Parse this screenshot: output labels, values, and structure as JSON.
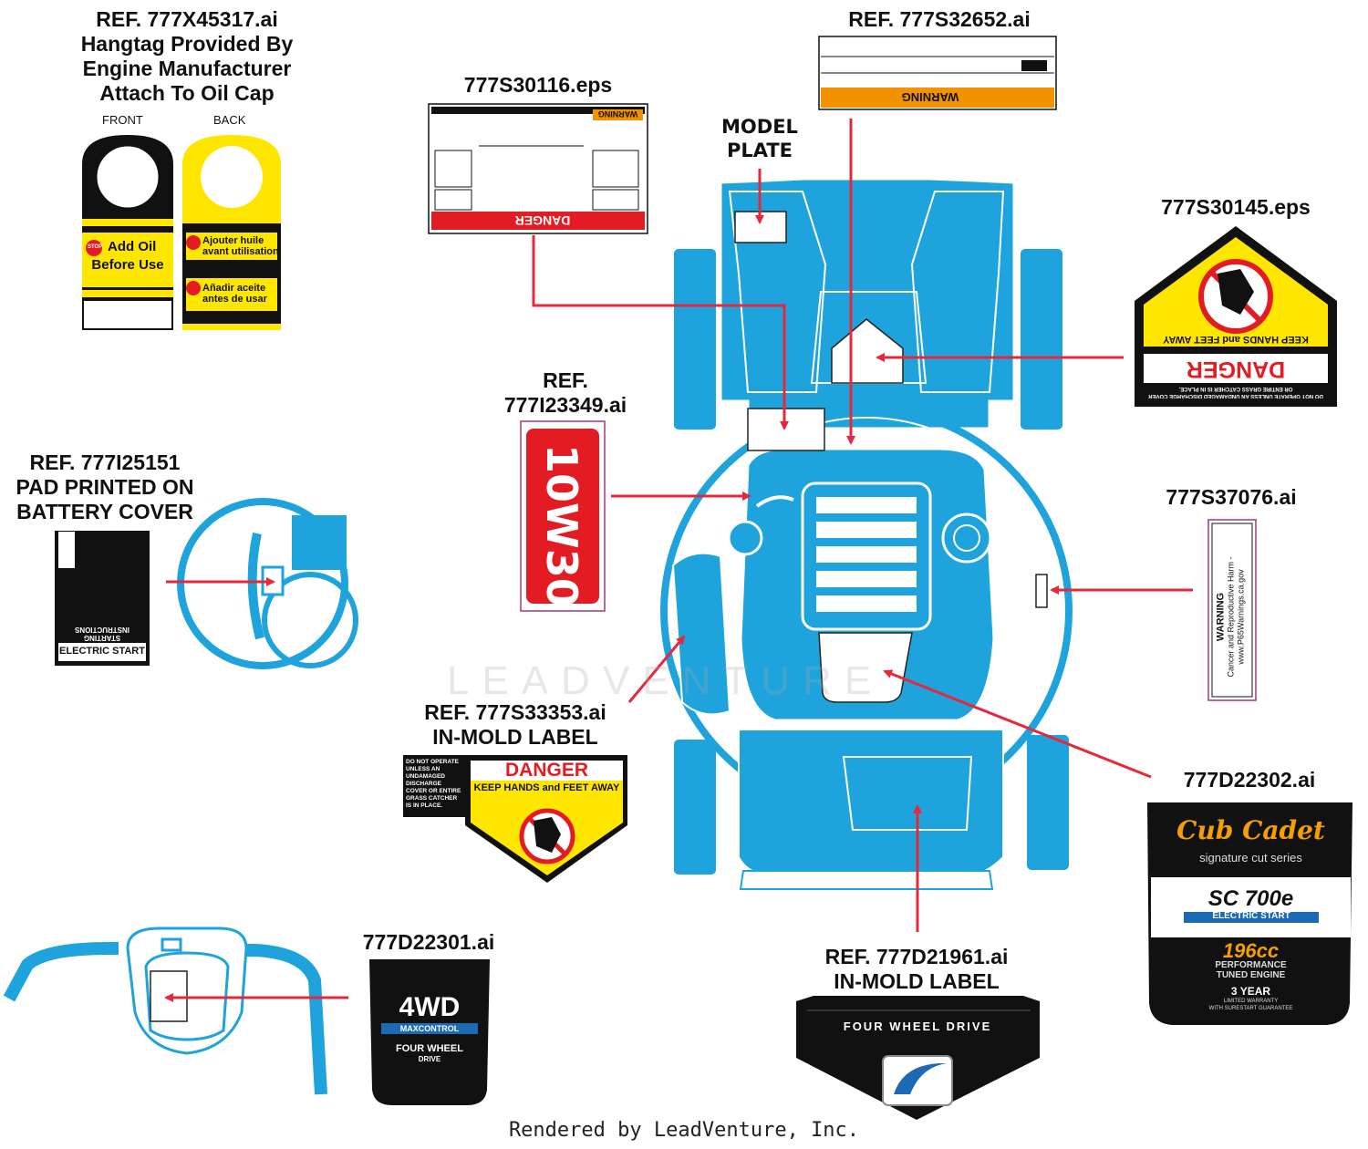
{
  "labels": {
    "hangtag": {
      "line1": "REF. 777X45317.ai",
      "line2": "Hangtag Provided By",
      "line3": "Engine Manufacturer",
      "line4": "Attach To Oil Cap",
      "front": "FRONT",
      "back": "BACK",
      "front_text1": "Add Oil",
      "front_text2": "Before Use",
      "back_text1": "Ajouter huile",
      "back_text2": "avant utilisation",
      "back_text3": "Añadir aceite",
      "back_text4": "antes de usar",
      "stop": "STOP"
    },
    "ref_777s30116": {
      "title": "777S30116.eps",
      "danger": "DANGER",
      "warning": "WARNING"
    },
    "model_plate": {
      "line1": "MODEL",
      "line2": "PLATE"
    },
    "ref_777s32652": {
      "title": "REF. 777S32652.ai",
      "warning": "WARNING"
    },
    "ref_777s30145": {
      "title": "777S30145.eps",
      "danger": "DANGER",
      "keep": "KEEP HANDS and FEET AWAY",
      "small": "DO NOT OPERATE UNLESS AN UNDAMAGED DISCHARGE COVER OR ENTIRE GRASS CATCHER IS IN PLACE."
    },
    "ref_777i23349": {
      "line1": "REF.",
      "line2": "777I23349.ai",
      "oil": "10W30"
    },
    "ref_777i25151": {
      "line1": "REF. 777I25151",
      "line2": "PAD PRINTED ON",
      "line3": "BATTERY COVER",
      "electric": "ELECTRIC START",
      "starting": "STARTING INSTRUCTIONS"
    },
    "ref_777s37076": {
      "title": "777S37076.ai",
      "warning": "WARNING",
      "text1": "Cancer and Reproductive Harm -",
      "text2": "www.P65Warnings.ca.gov"
    },
    "ref_777s33353": {
      "line1": "REF. 777S33353.ai",
      "line2": "IN-MOLD LABEL",
      "danger": "DANGER",
      "keep": "KEEP HANDS and FEET AWAY",
      "side": "DO NOT OPERATE UNLESS AN UNDAMAGED DISCHARGE COVER OR ENTIRE GRASS CATCHER IS IN PLACE."
    },
    "ref_777d22302": {
      "title": "777D22302.ai",
      "brand": "Cub Cadet",
      "series": "signature cut series",
      "model": "SC 700e",
      "electric": "ELECTRIC START",
      "cc": "196cc",
      "perf1": "PERFORMANCE",
      "perf2": "TUNED ENGINE",
      "year": "3 YEAR",
      "warr1": "LIMITED WARRANTY",
      "warr2": "WITH SURESTART GUARANTEE"
    },
    "ref_777d22301": {
      "title": "777D22301.ai",
      "fwd": "4WD",
      "maxcontrol": "MAXCONTROL",
      "fw1": "FOUR WHEEL",
      "fw2": "DRIVE"
    },
    "ref_777d21961": {
      "line1": "REF. 777D21961.ai",
      "line2": "IN-MOLD LABEL",
      "text": "FOUR WHEEL DRIVE"
    }
  },
  "watermark": "LEADVENTURE",
  "footer": "Rendered by LeadVenture, Inc.",
  "colors": {
    "mower_blue": "#1ea3dc",
    "arrow_red": "#e5283c",
    "danger_red": "#e31b23",
    "safety_yellow": "#ffe600"
  }
}
